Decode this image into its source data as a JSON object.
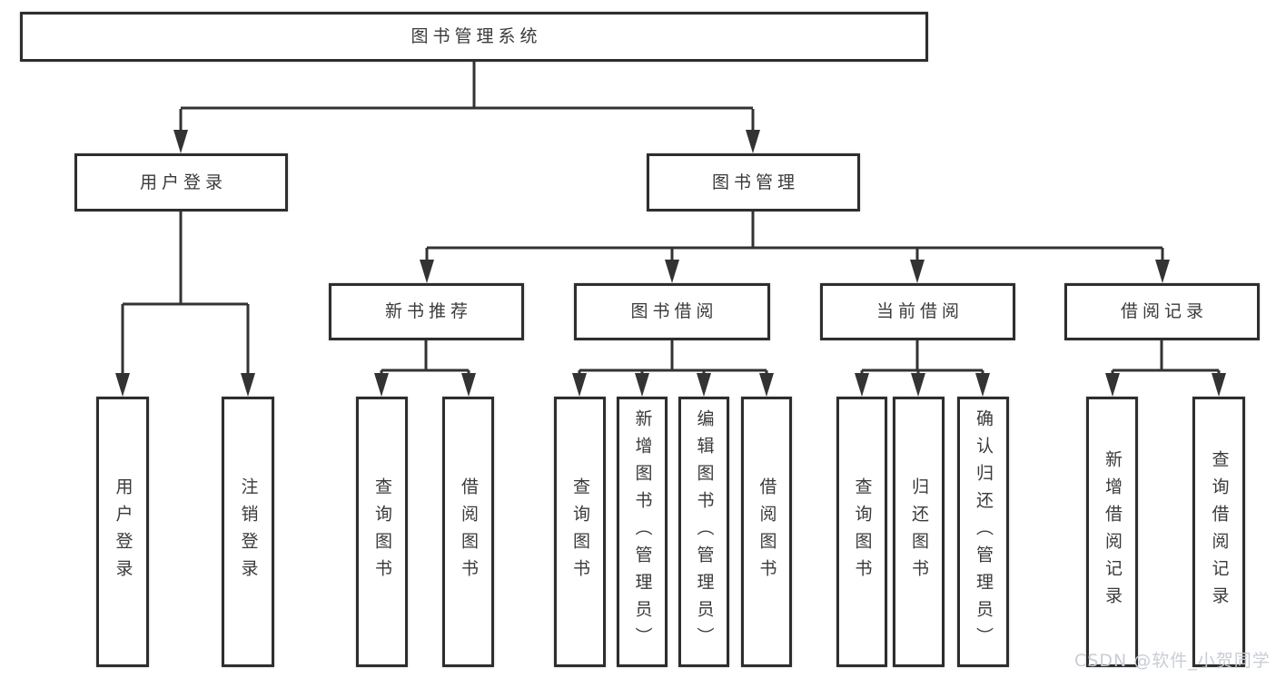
{
  "nodes": {
    "root": "图书管理系统",
    "user_login": "用户登录",
    "book_mgmt": "图书管理",
    "new_book_rec": "新书推荐",
    "book_borrow": "图书借阅",
    "current_borrow": "当前借阅",
    "borrow_records": "借阅记录",
    "leaf_user_login": "用户登录",
    "leaf_logout": "注销登录",
    "leaf_rec_query": "查询图书",
    "leaf_rec_borrow": "借阅图书",
    "leaf_bw_query": "查询图书",
    "leaf_bw_add": "新增图书（管理员）",
    "leaf_bw_edit": "编辑图书（管理员）",
    "leaf_bw_borrow": "借阅图书",
    "leaf_cur_query": "查询图书",
    "leaf_cur_return": "归还图书",
    "leaf_cur_confirm": "确认归还（管理员）",
    "leaf_rc_add": "新增借阅记录",
    "leaf_rc_query": "查询借阅记录"
  },
  "colors": {
    "line": "#333333",
    "box_border": "#2e2e2e",
    "text": "#3a3a3a",
    "watermark": "#c8cdd5"
  },
  "watermark": "CSDN @软件_小贺同学"
}
